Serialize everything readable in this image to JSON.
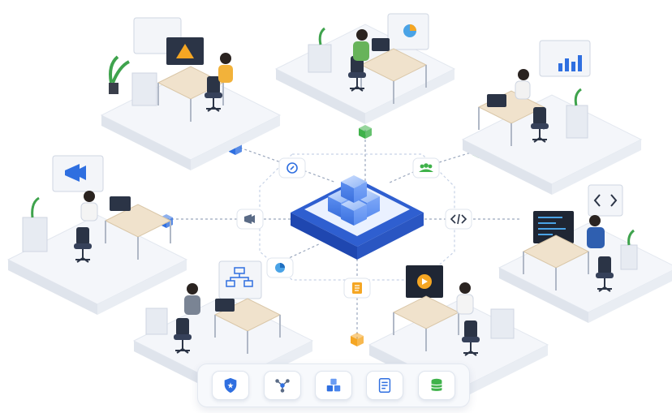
{
  "colors": {
    "accent_blue": "#2f6fe0",
    "accent_green": "#3fb24a",
    "accent_orange": "#f5a623",
    "platform": "#eef1f6",
    "connector": "#9aa7bd"
  },
  "central_hub": {
    "icon": "cube-stack-icon"
  },
  "workstations": [
    {
      "id": "designer",
      "icon": "image-editor-icon"
    },
    {
      "id": "analyst",
      "icon": "pie-chart-icon"
    },
    {
      "id": "dashboard-user",
      "icon": "bar-chart-icon"
    },
    {
      "id": "marketer",
      "icon": "megaphone-icon"
    },
    {
      "id": "developer",
      "icon": "code-icon"
    },
    {
      "id": "architect",
      "icon": "flowchart-icon"
    },
    {
      "id": "video-editor",
      "icon": "video-icon"
    }
  ],
  "connector_nodes": [
    {
      "id": "node-top-left",
      "icon": "cube-icon",
      "color": "#2f6fe0"
    },
    {
      "id": "node-top",
      "icon": "cube-icon",
      "color": "#3fb24a"
    },
    {
      "id": "node-top-right",
      "icon": "cube-icon",
      "color": "#3fb24a"
    },
    {
      "id": "node-left",
      "icon": "cube-icon",
      "color": "#2f6fe0"
    },
    {
      "id": "node-bottom",
      "icon": "cube-icon",
      "color": "#f5a623"
    }
  ],
  "hub_badges": [
    "compass-icon",
    "team-icon",
    "megaphone-icon",
    "code-icon",
    "pie-chart-icon",
    "document-icon"
  ],
  "toolbar": {
    "items": [
      "shield-icon",
      "network-icon",
      "cubes-icon",
      "document-icon",
      "database-icon"
    ]
  }
}
